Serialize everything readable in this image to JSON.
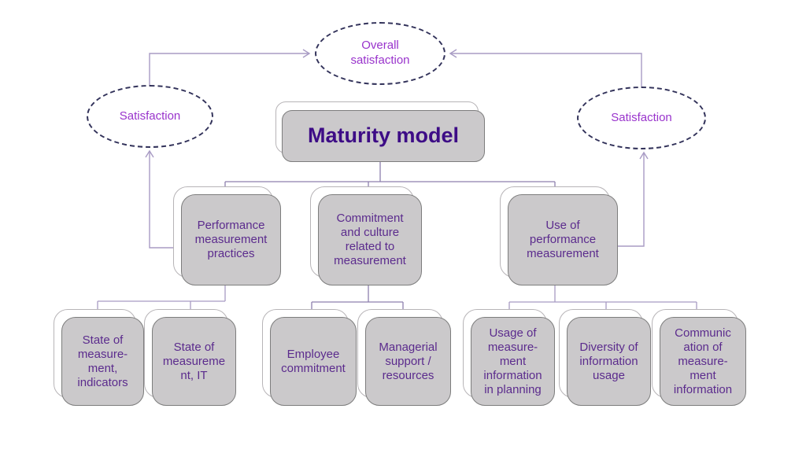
{
  "diagram": {
    "ellipses": {
      "overall": {
        "label": "Overall\nsatisfaction"
      },
      "left": {
        "label": "Satisfaction"
      },
      "right": {
        "label": "Satisfaction"
      }
    },
    "root": {
      "label": "Maturity model"
    },
    "level2": [
      {
        "label": "Performance\nmeasurement\npractices"
      },
      {
        "label": "Commitment\nand culture\nrelated to\nmeasurement"
      },
      {
        "label": "Use of\nperformance\nmeasurement"
      }
    ],
    "level3": [
      {
        "label": "State of\nmeasure-\nment,\nindicators"
      },
      {
        "label": "State of\nmeasureme\nnt, IT"
      },
      {
        "label": "Employee\ncommitment"
      },
      {
        "label": "Managerial\nsupport /\nresources"
      },
      {
        "label": "Usage of\nmeasure-\nment\ninformation\nin planning"
      },
      {
        "label": "Diversity of\ninformation\nusage"
      },
      {
        "label": "Communic\nation of\nmeasure-\nment\ninformation"
      }
    ],
    "colors": {
      "box_fill": "#cbc9cb",
      "box_border": "#7d7d7d",
      "box_text": "#5b2b8d",
      "root_text": "#3d0c86",
      "ellipse_text": "#9933cc",
      "ellipse_border": "#32325a",
      "connector": "#a89bc4"
    }
  }
}
